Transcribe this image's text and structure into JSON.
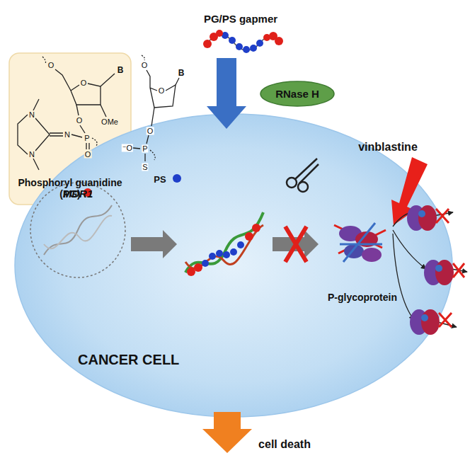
{
  "diagram": {
    "nodes": [
      {
        "text": [
          "Phosphoryl guanidine (PG)"
        ]
      },
      {
        "text": [
          "CANCER CELL"
        ]
      },
      {
        "text": [
          "MDR1"
        ],
        "in": 1
      },
      {
        "text": [
          "RNase H"
        ],
        "in": 1
      }
    ],
    "labels": [
      "PG/PS gapmer",
      "PS",
      "vinblastine",
      "P-glycoprotein",
      "cell death",
      "O",
      "O",
      "B",
      "N",
      "N",
      "N",
      "P",
      "O",
      "O",
      "OMe",
      "O",
      "O",
      "B",
      "O",
      "P",
      "⁻O",
      "S"
    ]
  }
}
